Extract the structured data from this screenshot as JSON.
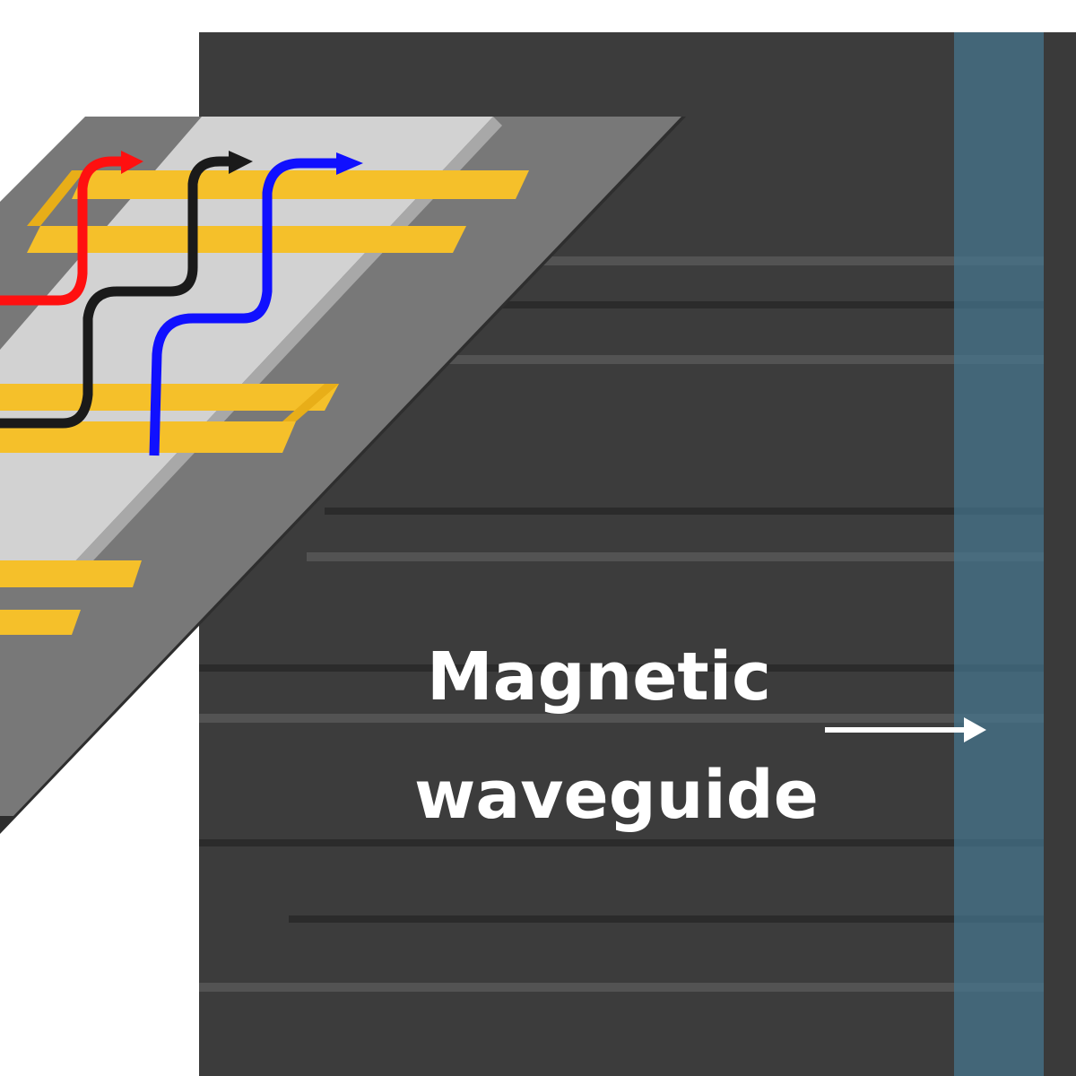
{
  "figure": {
    "label_line1": "Magnetic",
    "label_line2": "waveguide",
    "arrow": "right-arrow",
    "colors": {
      "background": "#ffffff",
      "sem_image": "#3c3c3c",
      "waveguide_band": "#46788f",
      "slab_top": "#cfcfcf",
      "slab_side": "#7a7a7a",
      "gold_antenna": "#f5c02a",
      "wave_red": "#ff1010",
      "wave_black": "#1a1a1a",
      "wave_blue": "#1010ff"
    },
    "waves": [
      {
        "name": "red-spin-wave"
      },
      {
        "name": "black-spin-wave"
      },
      {
        "name": "blue-spin-wave"
      }
    ]
  }
}
